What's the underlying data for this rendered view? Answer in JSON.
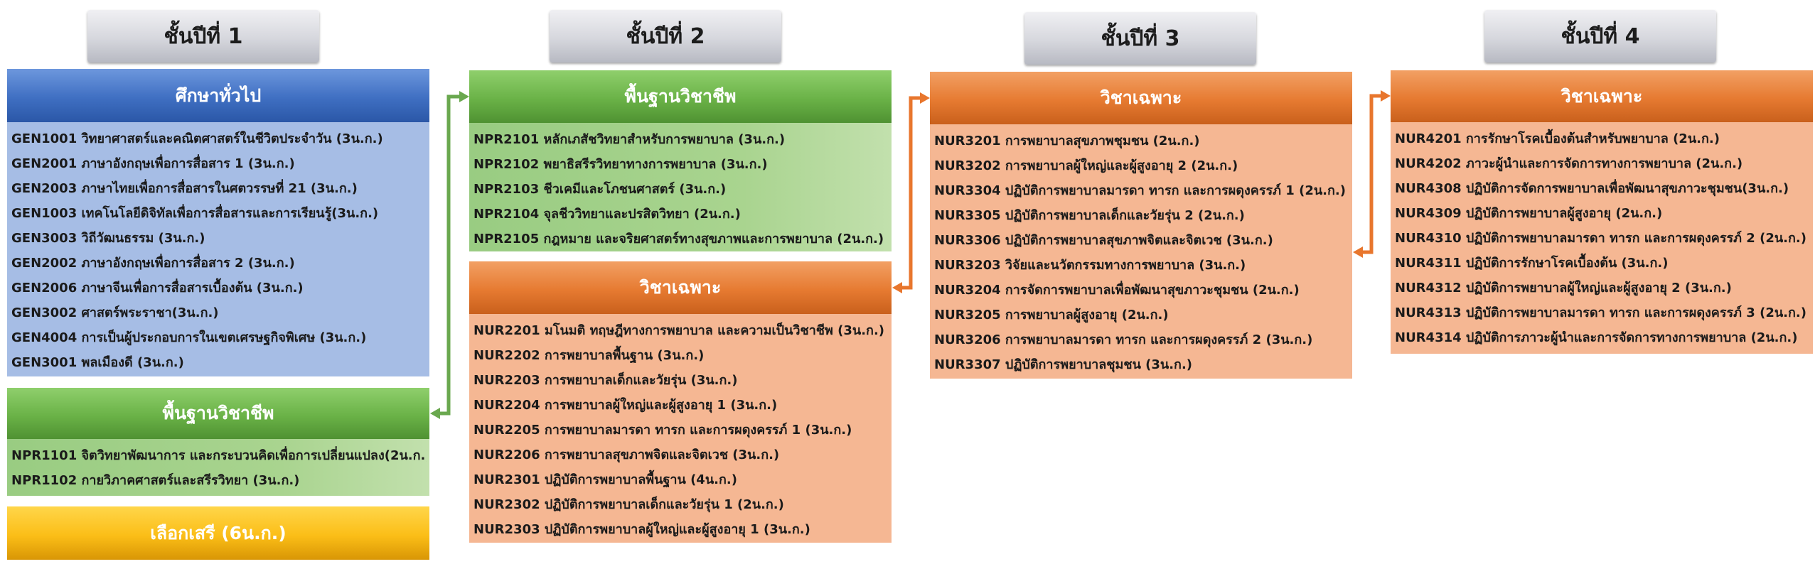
{
  "colors": {
    "blue": "#4472c4",
    "green": "#70ad47",
    "orange": "#ed7d31",
    "yellow": "#ffc000",
    "arrow": "#6aa84f",
    "arrow_orange": "#e8762d"
  },
  "years": [
    {
      "label": "ชั้นปีที่ 1"
    },
    {
      "label": "ชั้นปีที่ 2"
    },
    {
      "label": "ชั้นปีที่ 3"
    },
    {
      "label": "ชั้นปีที่ 4"
    }
  ],
  "year1": {
    "general": {
      "title": "ศึกษาทั่วไป",
      "items": [
        "GEN1001 วิทยาศาสตร์และคณิตศาสตร์ในชีวิตประจำวัน (3น.ก.)",
        "GEN2001 ภาษาอังกฤษเพื่อการสื่อสาร 1 (3น.ก.)",
        "GEN2003 ภาษาไทยเพื่อการสื่อสารในศตวรรษที่ 21 (3น.ก.)",
        "GEN1003 เทคโนโลยีดิจิทัลเพื่อการสื่อสารและการเรียนรู้(3น.ก.)",
        "GEN3003 วิถีวัฒนธรรม (3น.ก.)",
        "GEN2002 ภาษาอังกฤษเพื่อการสื่อสาร 2 (3น.ก.)",
        "GEN2006 ภาษาจีนเพื่อการสื่อสารเบื้องต้น (3น.ก.)",
        "GEN3002 ศาสตร์พระราชา(3น.ก.)",
        "GEN4004 การเป็นผู้ประกอบการในเขตเศรษฐกิจพิเศษ (3น.ก.)",
        "GEN3001 พลเมืองดี (3น.ก.)"
      ]
    },
    "foundation": {
      "title": "พื้นฐานวิชาชีพ",
      "items": [
        "NPR1101 จิตวิทยาพัฒนาการ และกระบวนคิดเพื่อการเปลี่ยนแปลง(2น.ก.)",
        "NPR1102 กายวิภาคศาสตร์และสรีรวิทยา (3น.ก.)"
      ]
    },
    "elective": {
      "title": "เลือกเสรี  (6น.ก.)"
    }
  },
  "year2": {
    "foundation": {
      "title": "พื้นฐานวิชาชีพ",
      "items": [
        "NPR2101 หลักเภสัชวิทยาสำหรับการพยาบาล (3น.ก.)",
        "NPR2102 พยาธิสรีรวิทยาทางการพยาบาล (3น.ก.)",
        "NPR2103 ชีวเคมีและโภชนศาสตร์ (3น.ก.)",
        "NPR2104 จุลชีววิทยาและปรสิตวิทยา (2น.ก.)",
        "NPR2105 กฎหมาย และจริยศาสตร์ทางสุขภาพและการพยาบาล (2น.ก.)"
      ]
    },
    "specific": {
      "title": "วิชาเฉพาะ",
      "items": [
        "NUR2201 มโนมติ ทฤษฎีทางการพยาบาล และความเป็นวิชาชีพ (3น.ก.)",
        "NUR2202 การพยาบาลพื้นฐาน (3น.ก.)",
        "NUR2203 การพยาบาลเด็กและวัยรุ่น (3น.ก.)",
        "NUR2204 การพยาบาลผู้ใหญ่และผู้สูงอายุ 1 (3น.ก.)",
        "NUR2205 การพยาบาลมารดา ทารก และการผดุงครรภ์ 1 (3น.ก.)",
        "NUR2206 การพยาบาลสุขภาพจิตและจิตเวช (3น.ก.)",
        "NUR2301 ปฏิบัติการพยาบาลพื้นฐาน (4น.ก.)",
        "NUR2302 ปฏิบัติการพยาบาลเด็กและวัยรุ่น 1   (2น.ก.)",
        "NUR2303 ปฏิบัติการพยาบาลผู้ใหญ่และผู้สูงอายุ 1   (3น.ก.)"
      ]
    }
  },
  "year3": {
    "specific": {
      "title": "วิชาเฉพาะ",
      "items": [
        "NUR3201 การพยาบาลสุขภาพชุมชน (2น.ก.)",
        "NUR3202 การพยาบาลผู้ใหญ่และผู้สูงอายุ 2 (2น.ก.)",
        "NUR3304 ปฏิบัติการพยาบาลมารดา ทารก และการผดุงครรภ์ 1 (2น.ก.)",
        "NUR3305 ปฏิบัติการพยาบาลเด็กและวัยรุ่น 2 (2น.ก.)",
        "NUR3306 ปฏิบัติการพยาบาลสุขภาพจิตและจิตเวช (3น.ก.)",
        "NUR3203 วิจัยและนวัตกรรมทางการพยาบาล (3น.ก.)",
        "NUR3204 การจัดการพยาบาลเพื่อพัฒนาสุขภาวะชุมชน  (2น.ก.)",
        "NUR3205 การพยาบาลผู้สูงอายุ (2น.ก.)",
        "NUR3206 การพยาบาลมารดา ทารก และการผดุงครรภ์ 2 (3น.ก.)",
        "NUR3307 ปฏิบัติการพยาบาลชุมชน (3น.ก.)"
      ]
    }
  },
  "year4": {
    "specific": {
      "title": "วิชาเฉพาะ",
      "items": [
        "NUR4201 การรักษาโรคเบื้องต้นสำหรับพยาบาล (2น.ก.)",
        "NUR4202 ภาวะผู้นำและการจัดการทางการพยาบาล (2น.ก.)",
        "NUR4308 ปฏิบัติการจัดการพยาบาลเพื่อพัฒนาสุขภาวะชุมชน(3น.ก.)",
        "NUR4309 ปฏิบัติการพยาบาลผู้สูงอายุ (2น.ก.)",
        "NUR4310 ปฏิบัติการพยาบาลมารดา ทารก และการผดุงครรภ์ 2 (2น.ก.)",
        "NUR4311 ปฏิบัติการรักษาโรคเบื้องต้น (3น.ก.)",
        "NUR4312 ปฏิบัติการพยาบาลผู้ใหญ่และผู้สูงอายุ 2 (3น.ก.)",
        "NUR4313 ปฏิบัติการพยาบาลมารดา ทารก และการผดุงครรภ์ 3  (2น.ก.)",
        "NUR4314 ปฏิบัติการภาวะผู้นำและการจัดการทางการพยาบาล  (2น.ก.)"
      ]
    }
  }
}
